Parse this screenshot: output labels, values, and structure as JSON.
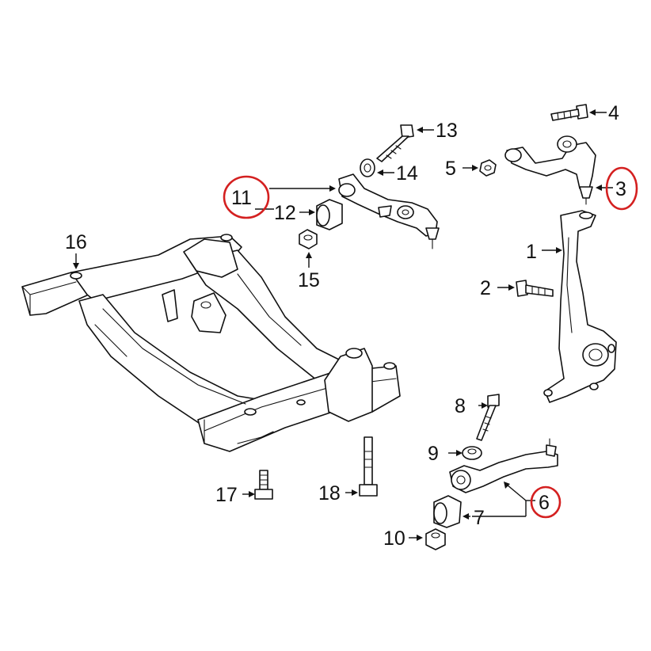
{
  "callouts": {
    "c1": "1",
    "c2": "2",
    "c3": "3",
    "c4": "4",
    "c5": "5",
    "c6": "6",
    "c7": "7",
    "c8": "8",
    "c9": "9",
    "c10": "10",
    "c11": "11",
    "c12": "12",
    "c13": "13",
    "c14": "14",
    "c15": "15",
    "c16": "16",
    "c17": "17",
    "c18": "18"
  },
  "colors": {
    "line": "#111111",
    "highlight_ring": "#d42020",
    "background": "#ffffff"
  },
  "highlighted_callouts": [
    "11",
    "3",
    "6"
  ]
}
